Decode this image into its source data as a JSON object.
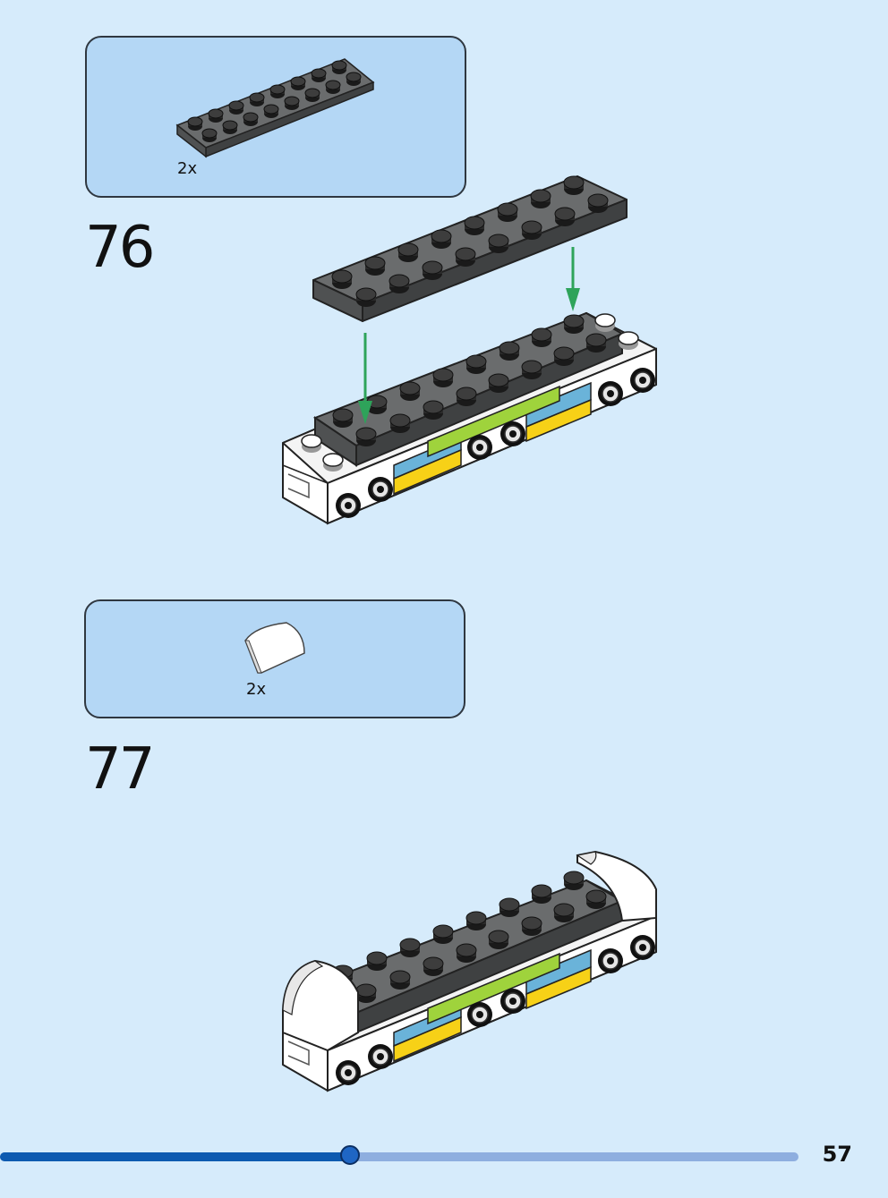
{
  "steps": [
    {
      "number": "76",
      "parts_qty": "2x",
      "parts_icon": "dark-gray-2x8-plate-icon"
    },
    {
      "number": "77",
      "parts_qty": "2x",
      "parts_icon": "white-curved-slope-brick-icon"
    }
  ],
  "page": {
    "number": "57"
  },
  "progress": {
    "fraction": 0.438
  },
  "colors": {
    "background": "#d6ebfb",
    "callout": "#b4d7f5",
    "dark_gray": "#5d5f60",
    "lime": "#9fd33c",
    "azure": "#6ab3d9",
    "yellow": "#f7d117",
    "arrow": "#2ea35a",
    "progress_fill": "#0d5ab0",
    "progress_track": "#8eaedf"
  }
}
